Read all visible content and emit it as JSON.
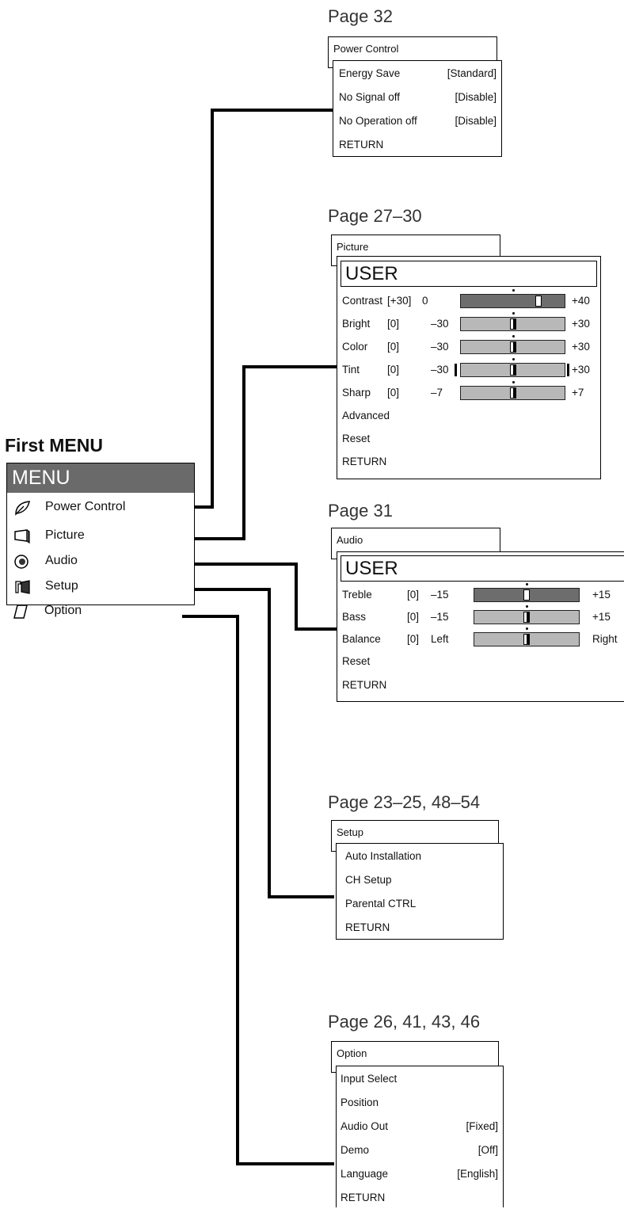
{
  "first_menu": {
    "title": "First MENU",
    "header": "MENU",
    "items": [
      {
        "label": "Power Control",
        "icon": "leaf-icon"
      },
      {
        "label": "Picture",
        "icon": "monitor-icon"
      },
      {
        "label": "Audio",
        "icon": "speaker-icon"
      },
      {
        "label": "Setup",
        "icon": "tools-icon"
      },
      {
        "label": "Option",
        "icon": "card-icon"
      }
    ]
  },
  "power_control": {
    "page": "Page 32",
    "tab": "Power Control",
    "rows": [
      {
        "label": "Energy Save",
        "value": "[Standard]"
      },
      {
        "label": "No Signal off",
        "value": "[Disable]"
      },
      {
        "label": "No Operation off",
        "value": "[Disable]"
      },
      {
        "label": "RETURN",
        "value": ""
      }
    ]
  },
  "picture": {
    "page": "Page 27–30",
    "tab": "Picture",
    "mode": "USER",
    "sliders": [
      {
        "label": "Contrast",
        "value": "[+30]",
        "min": "0",
        "max": "+40",
        "level": 0.75
      },
      {
        "label": "Bright",
        "value": "[0]",
        "min": "–30",
        "max": "+30",
        "level": 0.5
      },
      {
        "label": "Color",
        "value": "[0]",
        "min": "–30",
        "max": "+30",
        "level": 0.5
      },
      {
        "label": "Tint",
        "value": "[0]",
        "min": "–30",
        "max": "+30",
        "level": 0.5
      },
      {
        "label": "Sharp",
        "value": "[0]",
        "min": "–7",
        "max": "+7",
        "level": 0.5
      }
    ],
    "items": [
      "Advanced",
      "Reset",
      "RETURN"
    ]
  },
  "audio": {
    "page": "Page 31",
    "tab": "Audio",
    "mode": "USER",
    "sliders": [
      {
        "label": "Treble",
        "value": "[0]",
        "min": "–15",
        "max": "+15",
        "level": 0.5
      },
      {
        "label": "Bass",
        "value": "[0]",
        "min": "–15",
        "max": "+15",
        "level": 0.5
      },
      {
        "label": "Balance",
        "value": "[0]",
        "min": "Left",
        "max": "Right",
        "level": 0.5
      }
    ],
    "items": [
      "Reset",
      "RETURN"
    ]
  },
  "setup": {
    "page": "Page 23–25, 48–54",
    "tab": "Setup",
    "items": [
      "Auto Installation",
      "CH Setup",
      "Parental CTRL",
      "RETURN"
    ]
  },
  "option": {
    "page": "Page 26, 41, 43, 46",
    "tab": "Option",
    "rows": [
      {
        "label": "Input Select",
        "value": ""
      },
      {
        "label": "Position",
        "value": ""
      },
      {
        "label": "Audio Out",
        "value": "[Fixed]"
      },
      {
        "label": "Demo",
        "value": "[Off]"
      },
      {
        "label": "Language",
        "value": "[English]"
      },
      {
        "label": "RETURN",
        "value": ""
      }
    ]
  }
}
